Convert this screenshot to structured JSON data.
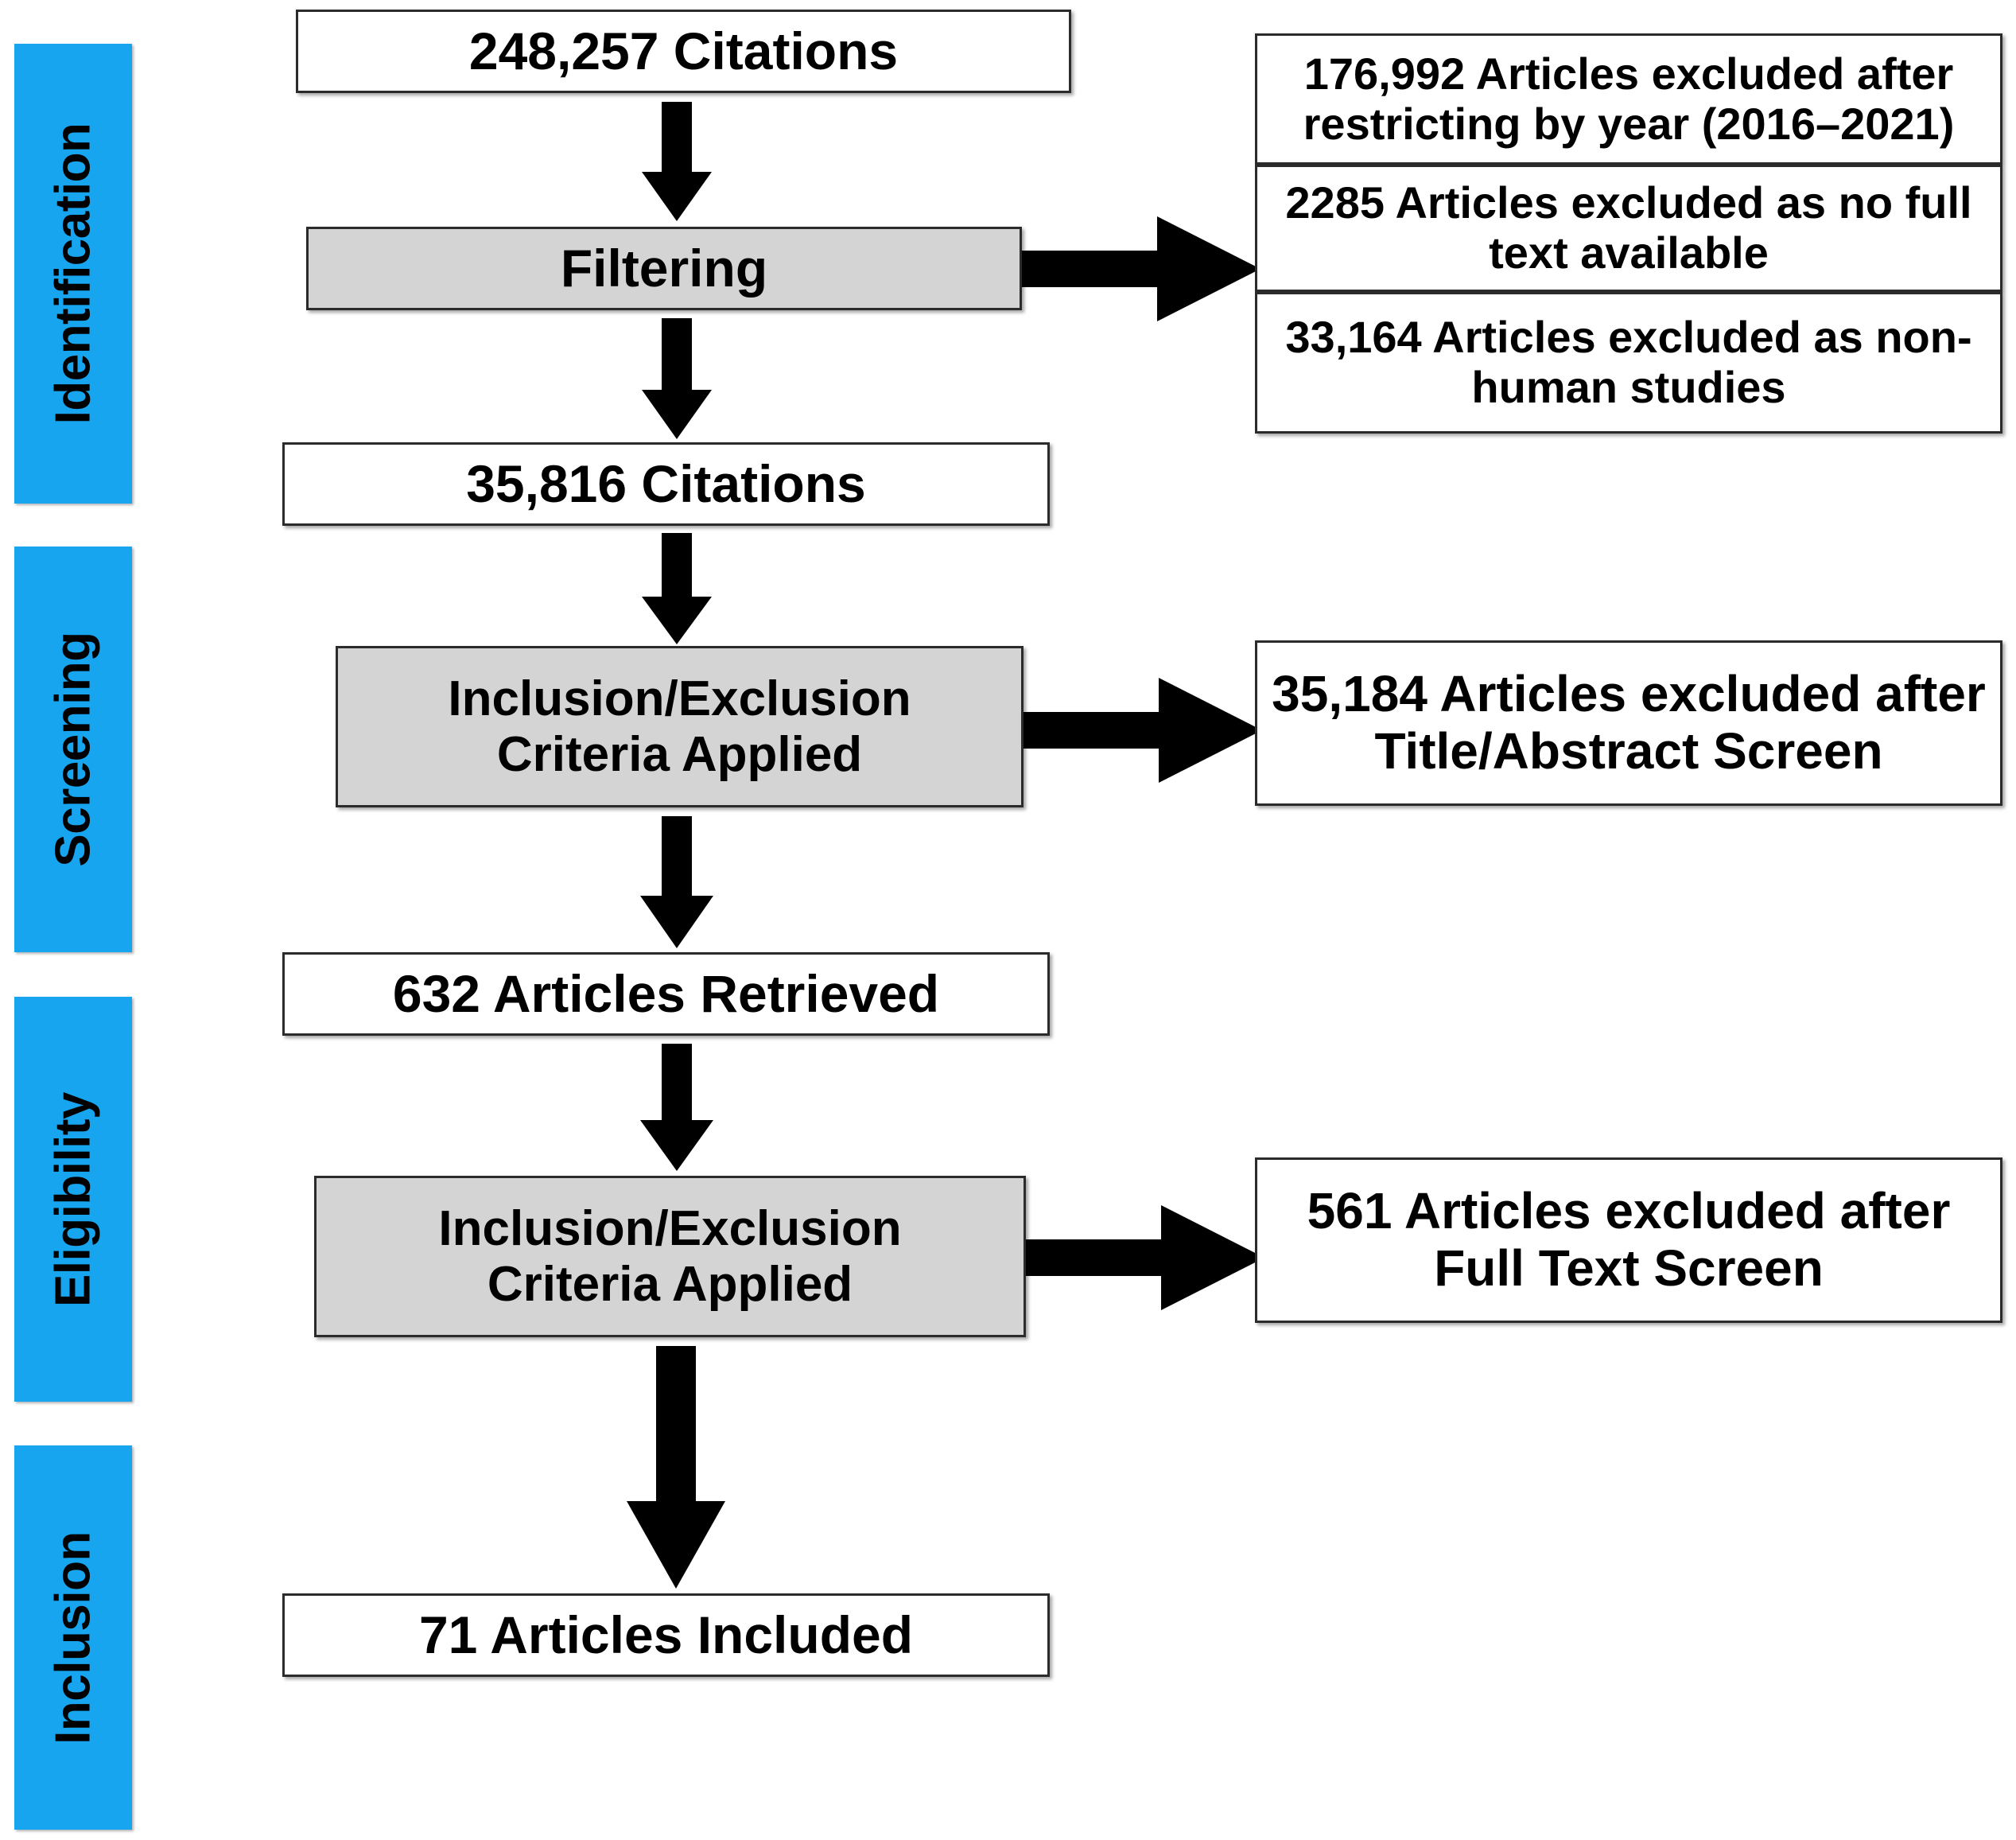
{
  "diagram": {
    "title": "PRISMA study selection flow diagram",
    "accent_color": "#17A5F0",
    "box_fill_white": "#FFFFFF",
    "box_fill_grey": "#D4D4D4",
    "stroke_color": "#2B2B2B"
  },
  "stages": [
    {
      "id": "identification",
      "label": "Identification"
    },
    {
      "id": "screening",
      "label": "Screening"
    },
    {
      "id": "eligibility",
      "label": "Eligibility"
    },
    {
      "id": "inclusion",
      "label": "Inclusion"
    }
  ],
  "flow": {
    "citations_initial": {
      "label": "248,257 Citations",
      "count": 248257,
      "style": "white"
    },
    "filtering": {
      "label": "Filtering",
      "style": "grey"
    },
    "citations_filtered": {
      "label": "35,816 Citations",
      "count": 35816,
      "style": "white"
    },
    "criteria_screening": {
      "label": "Inclusion/Exclusion\nCriteria Applied",
      "style": "grey"
    },
    "articles_retrieved": {
      "label": "632 Articles Retrieved",
      "count": 632,
      "style": "white"
    },
    "criteria_eligibility": {
      "label": "Inclusion/Exclusion\nCriteria Applied",
      "style": "grey"
    },
    "articles_included": {
      "label": "71 Articles Included",
      "count": 71,
      "style": "white"
    }
  },
  "exclusions": [
    {
      "id": "excluded-by-year",
      "label": "176,992 Articles excluded after restricting by year (2016–2021)",
      "count": 176992
    },
    {
      "id": "excluded-no-full-text",
      "label": "2285 Articles excluded as no full text available",
      "count": 2285
    },
    {
      "id": "excluded-non-human",
      "label": "33,164 Articles excluded as non-human studies",
      "count": 33164
    },
    {
      "id": "excluded-title-abstract",
      "label": "35,184 Articles excluded after Title/Abstract Screen",
      "count": 35184
    },
    {
      "id": "excluded-full-text",
      "label": "561 Articles excluded after Full Text Screen",
      "count": 561
    }
  ],
  "chart_data": {
    "type": "diagram-flow",
    "title": "PRISMA study selection flow",
    "stages": [
      "Identification",
      "Screening",
      "Eligibility",
      "Inclusion"
    ],
    "nodes": [
      {
        "name": "248,257 Citations",
        "value": 248257,
        "stage": "Identification"
      },
      {
        "name": "Filtering",
        "value": null,
        "stage": "Identification"
      },
      {
        "name": "35,816 Citations",
        "value": 35816,
        "stage": "Identification"
      },
      {
        "name": "Inclusion/Exclusion Criteria Applied",
        "value": null,
        "stage": "Screening"
      },
      {
        "name": "632 Articles Retrieved",
        "value": 632,
        "stage": "Screening"
      },
      {
        "name": "Inclusion/Exclusion Criteria Applied",
        "value": null,
        "stage": "Eligibility"
      },
      {
        "name": "71 Articles Included",
        "value": 71,
        "stage": "Inclusion"
      }
    ],
    "exclusions": [
      {
        "reason": "Restricted by year (2016–2021)",
        "value": 176992
      },
      {
        "reason": "No full text available",
        "value": 2285
      },
      {
        "reason": "Non-human studies",
        "value": 33164
      },
      {
        "reason": "After Title/Abstract Screen",
        "value": 35184
      },
      {
        "reason": "After Full Text Screen",
        "value": 561
      }
    ]
  }
}
